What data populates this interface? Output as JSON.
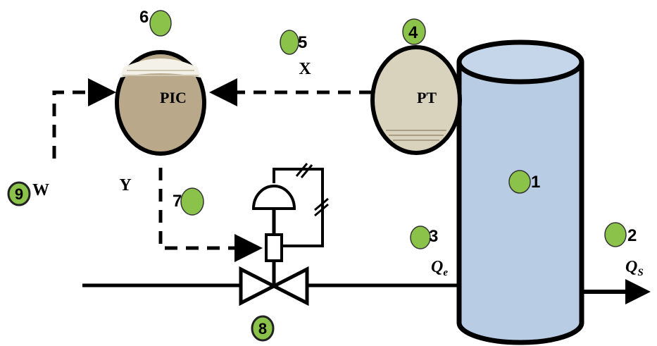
{
  "instruments": {
    "pic": {
      "label": "PIC"
    },
    "pt": {
      "label": "PT"
    }
  },
  "signals": {
    "x": "X",
    "y": "Y",
    "w": "W"
  },
  "flows": {
    "inlet_main": "Q",
    "inlet_sub": "e",
    "outlet_main": "Q",
    "outlet_sub": "S"
  },
  "markers": [
    "1",
    "2",
    "3",
    "4",
    "5",
    "6",
    "7",
    "8",
    "9"
  ],
  "colors": {
    "marker": "#8bc34a",
    "tank_fill": "#b8cce4",
    "pic_fill": "#b9a98a",
    "pt_fill": "#d9d3bd",
    "line": "#000000"
  }
}
